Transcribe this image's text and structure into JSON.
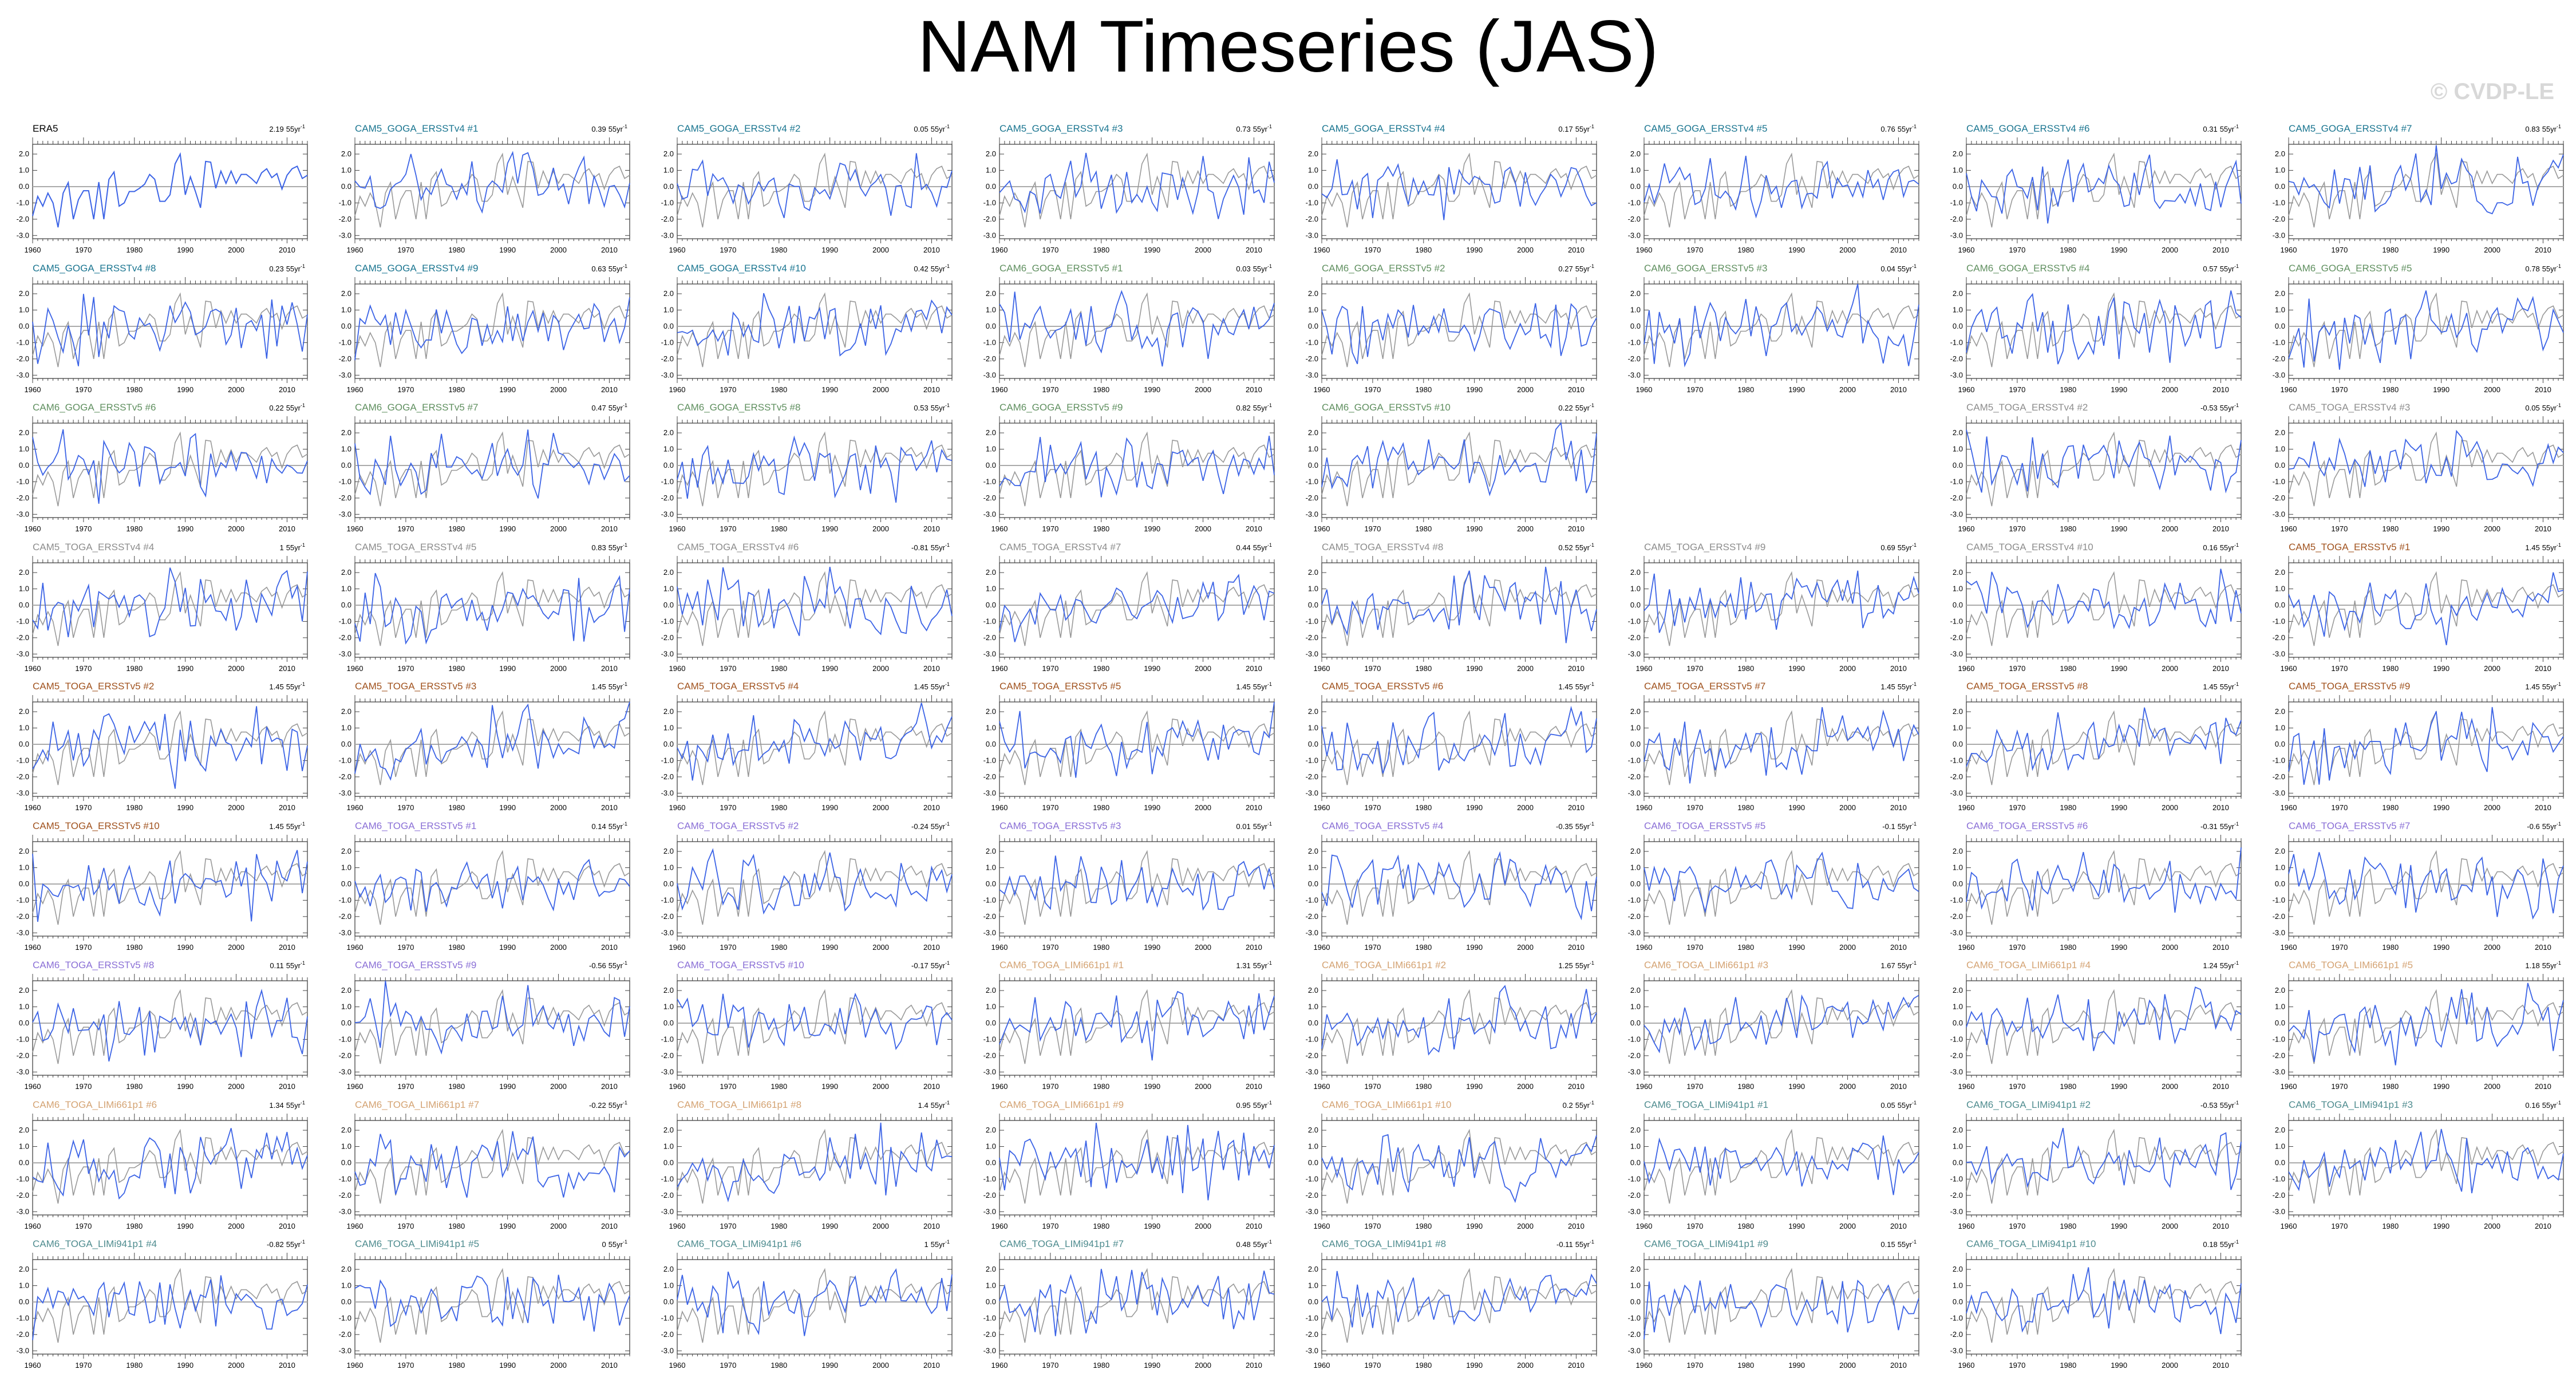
{
  "header": {
    "title": "NAM Timeseries (JAS)",
    "copyright": "© CVDP-LE"
  },
  "group_colors": {
    "obs": "#000000",
    "CAM5_GOGA_ERSSTv4": "#1a7590",
    "CAM6_GOGA_ERSSTv5": "#5f8f5f",
    "CAM5_TOGA_ERSSTv4": "#8c8c8c",
    "CAM5_TOGA_ERSSTv5": "#a0521e",
    "CAM6_TOGA_ERSSTv5": "#8a6fd6",
    "CAM6_TOGA_LIMi661p1": "#d4a373",
    "CAM6_TOGA_LIMi941p1": "#4f8c8f"
  },
  "series_colors": {
    "model": "#3b63e6",
    "obs_reference": "#999999",
    "zero_line": "#aaaaaa"
  },
  "chart_data": {
    "type": "line",
    "x_start": 1960,
    "x_end": 2014,
    "xticks": [
      "1960",
      "1970",
      "1980",
      "1990",
      "2000",
      "2010"
    ],
    "ylim": [
      -3.2,
      2.6
    ],
    "yticks": [
      "2.0",
      "1.0",
      "0.0",
      "-1.0",
      "-2.0",
      "-3.0"
    ],
    "trend_unit": "55yr",
    "trend_exp": "-1",
    "obs_series": {
      "name": "ERA5",
      "values": [
        -1.8,
        -0.6,
        -1.2,
        -0.4,
        -1.0,
        -2.5,
        -0.4,
        0.25,
        -2.0,
        -0.8,
        -0.25,
        -0.25,
        -2.0,
        0.28,
        -2.0,
        0.45,
        0.9,
        -1.2,
        -1.0,
        -0.3,
        -0.3,
        -0.1,
        0.15,
        0.75,
        0.45,
        -0.9,
        -0.9,
        -0.5,
        1.4,
        2.0,
        -0.5,
        0.6,
        -0.3,
        -1.3,
        1.55,
        1.5,
        -0.1,
        0.95,
        0.2,
        0.95,
        0.2,
        0.75,
        0.75,
        0.5,
        0.2,
        0.85,
        1.1,
        0.55,
        0.8,
        -0.15,
        0.7,
        1.1,
        1.25,
        0.5,
        0.7
      ]
    },
    "panels": [
      {
        "title": "ERA5",
        "group": "obs",
        "trend": "2.19"
      },
      {
        "title": "CAM5_GOGA_ERSSTv4 #1",
        "group": "CAM5_GOGA_ERSSTv4",
        "trend": "0.39"
      },
      {
        "title": "CAM5_GOGA_ERSSTv4 #2",
        "group": "CAM5_GOGA_ERSSTv4",
        "trend": "0.05"
      },
      {
        "title": "CAM5_GOGA_ERSSTv4 #3",
        "group": "CAM5_GOGA_ERSSTv4",
        "trend": "0.73"
      },
      {
        "title": "CAM5_GOGA_ERSSTv4 #4",
        "group": "CAM5_GOGA_ERSSTv4",
        "trend": "0.17"
      },
      {
        "title": "CAM5_GOGA_ERSSTv4 #5",
        "group": "CAM5_GOGA_ERSSTv4",
        "trend": "0.76"
      },
      {
        "title": "CAM5_GOGA_ERSSTv4 #6",
        "group": "CAM5_GOGA_ERSSTv4",
        "trend": "0.31"
      },
      {
        "title": "CAM5_GOGA_ERSSTv4 #7",
        "group": "CAM5_GOGA_ERSSTv4",
        "trend": "0.83"
      },
      {
        "title": "CAM5_GOGA_ERSSTv4 #8",
        "group": "CAM5_GOGA_ERSSTv4",
        "trend": "0.23"
      },
      {
        "title": "CAM5_GOGA_ERSSTv4 #9",
        "group": "CAM5_GOGA_ERSSTv4",
        "trend": "0.63"
      },
      {
        "title": "CAM5_GOGA_ERSSTv4 #10",
        "group": "CAM5_GOGA_ERSSTv4",
        "trend": "0.42"
      },
      {
        "title": "CAM6_GOGA_ERSSTv5 #1",
        "group": "CAM6_GOGA_ERSSTv5",
        "trend": "0.03"
      },
      {
        "title": "CAM6_GOGA_ERSSTv5 #2",
        "group": "CAM6_GOGA_ERSSTv5",
        "trend": "0.27"
      },
      {
        "title": "CAM6_GOGA_ERSSTv5 #3",
        "group": "CAM6_GOGA_ERSSTv5",
        "trend": "0.04"
      },
      {
        "title": "CAM6_GOGA_ERSSTv5 #4",
        "group": "CAM6_GOGA_ERSSTv5",
        "trend": "0.57"
      },
      {
        "title": "CAM6_GOGA_ERSSTv5 #5",
        "group": "CAM6_GOGA_ERSSTv5",
        "trend": "0.78"
      },
      {
        "title": "CAM6_GOGA_ERSSTv5 #6",
        "group": "CAM6_GOGA_ERSSTv5",
        "trend": "0.22"
      },
      {
        "title": "CAM6_GOGA_ERSSTv5 #7",
        "group": "CAM6_GOGA_ERSSTv5",
        "trend": "0.47"
      },
      {
        "title": "CAM6_GOGA_ERSSTv5 #8",
        "group": "CAM6_GOGA_ERSSTv5",
        "trend": "0.53"
      },
      {
        "title": "CAM6_GOGA_ERSSTv5 #9",
        "group": "CAM6_GOGA_ERSSTv5",
        "trend": "0.82"
      },
      {
        "title": "CAM6_GOGA_ERSSTv5 #10",
        "group": "CAM6_GOGA_ERSSTv5",
        "trend": "0.22"
      },
      null,
      {
        "title": "CAM5_TOGA_ERSSTv4 #2",
        "group": "CAM5_TOGA_ERSSTv4",
        "trend": "-0.53"
      },
      {
        "title": "CAM5_TOGA_ERSSTv4 #3",
        "group": "CAM5_TOGA_ERSSTv4",
        "trend": "0.05"
      },
      {
        "title": "CAM5_TOGA_ERSSTv4 #4",
        "group": "CAM5_TOGA_ERSSTv4",
        "trend": "1"
      },
      {
        "title": "CAM5_TOGA_ERSSTv4 #5",
        "group": "CAM5_TOGA_ERSSTv4",
        "trend": "0.83"
      },
      {
        "title": "CAM5_TOGA_ERSSTv4 #6",
        "group": "CAM5_TOGA_ERSSTv4",
        "trend": "-0.81"
      },
      {
        "title": "CAM5_TOGA_ERSSTv4 #7",
        "group": "CAM5_TOGA_ERSSTv4",
        "trend": "0.44"
      },
      {
        "title": "CAM5_TOGA_ERSSTv4 #8",
        "group": "CAM5_TOGA_ERSSTv4",
        "trend": "0.52"
      },
      {
        "title": "CAM5_TOGA_ERSSTv4 #9",
        "group": "CAM5_TOGA_ERSSTv4",
        "trend": "0.69"
      },
      {
        "title": "CAM5_TOGA_ERSSTv4 #10",
        "group": "CAM5_TOGA_ERSSTv4",
        "trend": "0.16"
      },
      {
        "title": "CAM5_TOGA_ERSSTv5 #1",
        "group": "CAM5_TOGA_ERSSTv5",
        "trend": "1.45"
      },
      {
        "title": "CAM5_TOGA_ERSSTv5 #2",
        "group": "CAM5_TOGA_ERSSTv5",
        "trend": "1.45"
      },
      {
        "title": "CAM5_TOGA_ERSSTv5 #3",
        "group": "CAM5_TOGA_ERSSTv5",
        "trend": "1.45"
      },
      {
        "title": "CAM5_TOGA_ERSSTv5 #4",
        "group": "CAM5_TOGA_ERSSTv5",
        "trend": "1.45"
      },
      {
        "title": "CAM5_TOGA_ERSSTv5 #5",
        "group": "CAM5_TOGA_ERSSTv5",
        "trend": "1.45"
      },
      {
        "title": "CAM5_TOGA_ERSSTv5 #6",
        "group": "CAM5_TOGA_ERSSTv5",
        "trend": "1.45"
      },
      {
        "title": "CAM5_TOGA_ERSSTv5 #7",
        "group": "CAM5_TOGA_ERSSTv5",
        "trend": "1.45"
      },
      {
        "title": "CAM5_TOGA_ERSSTv5 #8",
        "group": "CAM5_TOGA_ERSSTv5",
        "trend": "1.45"
      },
      {
        "title": "CAM5_TOGA_ERSSTv5 #9",
        "group": "CAM5_TOGA_ERSSTv5",
        "trend": "1.45"
      },
      {
        "title": "CAM5_TOGA_ERSSTv5 #10",
        "group": "CAM5_TOGA_ERSSTv5",
        "trend": "1.45"
      },
      {
        "title": "CAM6_TOGA_ERSSTv5 #1",
        "group": "CAM6_TOGA_ERSSTv5",
        "trend": "0.14"
      },
      {
        "title": "CAM6_TOGA_ERSSTv5 #2",
        "group": "CAM6_TOGA_ERSSTv5",
        "trend": "-0.24"
      },
      {
        "title": "CAM6_TOGA_ERSSTv5 #3",
        "group": "CAM6_TOGA_ERSSTv5",
        "trend": "0.01"
      },
      {
        "title": "CAM6_TOGA_ERSSTv5 #4",
        "group": "CAM6_TOGA_ERSSTv5",
        "trend": "-0.35"
      },
      {
        "title": "CAM6_TOGA_ERSSTv5 #5",
        "group": "CAM6_TOGA_ERSSTv5",
        "trend": "-0.1"
      },
      {
        "title": "CAM6_TOGA_ERSSTv5 #6",
        "group": "CAM6_TOGA_ERSSTv5",
        "trend": "-0.31"
      },
      {
        "title": "CAM6_TOGA_ERSSTv5 #7",
        "group": "CAM6_TOGA_ERSSTv5",
        "trend": "-0.6"
      },
      {
        "title": "CAM6_TOGA_ERSSTv5 #8",
        "group": "CAM6_TOGA_ERSSTv5",
        "trend": "0.11"
      },
      {
        "title": "CAM6_TOGA_ERSSTv5 #9",
        "group": "CAM6_TOGA_ERSSTv5",
        "trend": "-0.56"
      },
      {
        "title": "CAM6_TOGA_ERSSTv5 #10",
        "group": "CAM6_TOGA_ERSSTv5",
        "trend": "-0.17"
      },
      {
        "title": "CAM6_TOGA_LIMi661p1 #1",
        "group": "CAM6_TOGA_LIMi661p1",
        "trend": "1.31"
      },
      {
        "title": "CAM6_TOGA_LIMi661p1 #2",
        "group": "CAM6_TOGA_LIMi661p1",
        "trend": "1.25"
      },
      {
        "title": "CAM6_TOGA_LIMi661p1 #3",
        "group": "CAM6_TOGA_LIMi661p1",
        "trend": "1.67"
      },
      {
        "title": "CAM6_TOGA_LIMi661p1 #4",
        "group": "CAM6_TOGA_LIMi661p1",
        "trend": "1.24"
      },
      {
        "title": "CAM6_TOGA_LIMi661p1 #5",
        "group": "CAM6_TOGA_LIMi661p1",
        "trend": "1.18"
      },
      {
        "title": "CAM6_TOGA_LIMi661p1 #6",
        "group": "CAM6_TOGA_LIMi661p1",
        "trend": "1.34"
      },
      {
        "title": "CAM6_TOGA_LIMi661p1 #7",
        "group": "CAM6_TOGA_LIMi661p1",
        "trend": "-0.22"
      },
      {
        "title": "CAM6_TOGA_LIMi661p1 #8",
        "group": "CAM6_TOGA_LIMi661p1",
        "trend": "1.4"
      },
      {
        "title": "CAM6_TOGA_LIMi661p1 #9",
        "group": "CAM6_TOGA_LIMi661p1",
        "trend": "0.95"
      },
      {
        "title": "CAM6_TOGA_LIMi661p1 #10",
        "group": "CAM6_TOGA_LIMi661p1",
        "trend": "0.2"
      },
      {
        "title": "CAM6_TOGA_LIMi941p1 #1",
        "group": "CAM6_TOGA_LIMi941p1",
        "trend": "0.05"
      },
      {
        "title": "CAM6_TOGA_LIMi941p1 #2",
        "group": "CAM6_TOGA_LIMi941p1",
        "trend": "-0.53"
      },
      {
        "title": "CAM6_TOGA_LIMi941p1 #3",
        "group": "CAM6_TOGA_LIMi941p1",
        "trend": "0.16"
      },
      {
        "title": "CAM6_TOGA_LIMi941p1 #4",
        "group": "CAM6_TOGA_LIMi941p1",
        "trend": "-0.82"
      },
      {
        "title": "CAM6_TOGA_LIMi941p1 #5",
        "group": "CAM6_TOGA_LIMi941p1",
        "trend": "0"
      },
      {
        "title": "CAM6_TOGA_LIMi941p1 #6",
        "group": "CAM6_TOGA_LIMi941p1",
        "trend": "1"
      },
      {
        "title": "CAM6_TOGA_LIMi941p1 #7",
        "group": "CAM6_TOGA_LIMi941p1",
        "trend": "0.48"
      },
      {
        "title": "CAM6_TOGA_LIMi941p1 #8",
        "group": "CAM6_TOGA_LIMi941p1",
        "trend": "-0.11"
      },
      {
        "title": "CAM6_TOGA_LIMi941p1 #9",
        "group": "CAM6_TOGA_LIMi941p1",
        "trend": "0.15"
      },
      {
        "title": "CAM6_TOGA_LIMi941p1 #10",
        "group": "CAM6_TOGA_LIMi941p1",
        "trend": "0.18"
      }
    ]
  }
}
